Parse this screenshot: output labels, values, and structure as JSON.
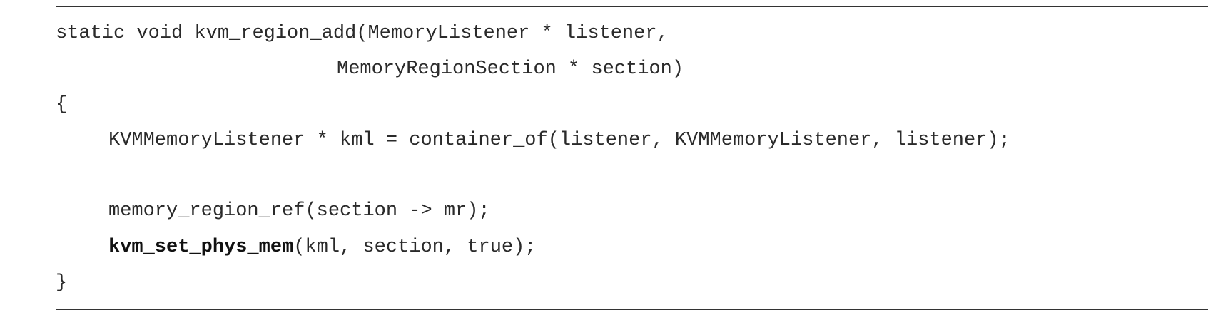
{
  "code": {
    "line1": "static void kvm_region_add(MemoryListener * listener,",
    "line2": "MemoryRegionSection * section)",
    "line3": "{",
    "line4": "KVMMemoryListener * kml = container_of(listener, KVMMemoryListener, listener);",
    "line5": "memory_region_ref(section -> mr);",
    "line6_fn": "kvm_set_phys_mem",
    "line6_args": "(kml, section, true);",
    "line7": "}"
  }
}
